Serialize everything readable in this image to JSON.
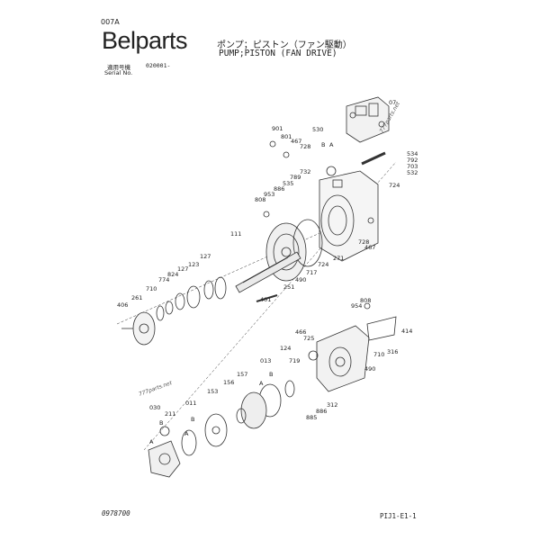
{
  "header": {
    "page_code": "007A",
    "brand": "Belparts",
    "title_jp": "ポンプ；ピストン（ファン駆動）",
    "title_en": "PUMP;PISTON (FAN DRIVE)",
    "serial_label_jp": "適用号機",
    "serial_value": "020001-",
    "serial_label_en": "Serial No."
  },
  "footer": {
    "drawing_number": "0978700",
    "page_ref": "PIJ1-E1-1"
  },
  "watermarks": [
    "777parts.net",
    "777parts.net"
  ],
  "callouts": [
    {
      "id": "07"
    },
    {
      "id": "530"
    },
    {
      "id": "901"
    },
    {
      "id": "801"
    },
    {
      "id": "467"
    },
    {
      "id": "728"
    },
    {
      "id": "B"
    },
    {
      "id": "A"
    },
    {
      "id": "534"
    },
    {
      "id": "792"
    },
    {
      "id": "703"
    },
    {
      "id": "532"
    },
    {
      "id": "732"
    },
    {
      "id": "789"
    },
    {
      "id": "535"
    },
    {
      "id": "886"
    },
    {
      "id": "953"
    },
    {
      "id": "808"
    },
    {
      "id": "724"
    },
    {
      "id": "111"
    },
    {
      "id": "728"
    },
    {
      "id": "467"
    },
    {
      "id": "127"
    },
    {
      "id": "123"
    },
    {
      "id": "127"
    },
    {
      "id": "824"
    },
    {
      "id": "774"
    },
    {
      "id": "710"
    },
    {
      "id": "261"
    },
    {
      "id": "406"
    },
    {
      "id": "724"
    },
    {
      "id": "717"
    },
    {
      "id": "271"
    },
    {
      "id": "490"
    },
    {
      "id": "251"
    },
    {
      "id": "401"
    },
    {
      "id": "808"
    },
    {
      "id": "954"
    },
    {
      "id": "466"
    },
    {
      "id": "725"
    },
    {
      "id": "414"
    },
    {
      "id": "124"
    },
    {
      "id": "013"
    },
    {
      "id": "719"
    },
    {
      "id": "710"
    },
    {
      "id": "316"
    },
    {
      "id": "490"
    },
    {
      "id": "157"
    },
    {
      "id": "A"
    },
    {
      "id": "B"
    },
    {
      "id": "156"
    },
    {
      "id": "153"
    },
    {
      "id": "011"
    },
    {
      "id": "030"
    },
    {
      "id": "211"
    },
    {
      "id": "B"
    },
    {
      "id": "A"
    },
    {
      "id": "B"
    },
    {
      "id": "A"
    },
    {
      "id": "312"
    },
    {
      "id": "886"
    },
    {
      "id": "885"
    }
  ]
}
